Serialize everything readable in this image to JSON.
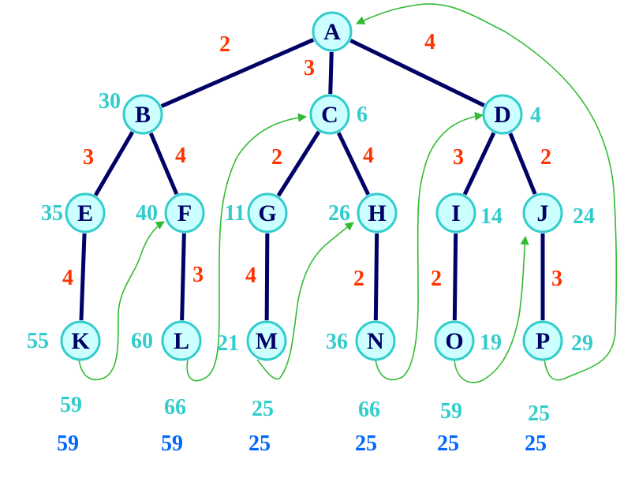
{
  "colors": {
    "edge": "#000066",
    "node_fill": "#ccffff",
    "node_stroke": "#33cccc",
    "node_label": "#000066",
    "edge_weight": "#ff3300",
    "node_cost": "#33cccc",
    "tour_arrow": "#33bb33",
    "result_row1": "#33cccc",
    "result_row2": "#0066ff"
  },
  "nodes": [
    {
      "id": "A",
      "label": "A",
      "cost": ""
    },
    {
      "id": "B",
      "label": "B",
      "cost": "30"
    },
    {
      "id": "C",
      "label": "C",
      "cost": "6"
    },
    {
      "id": "D",
      "label": "D",
      "cost": "4"
    },
    {
      "id": "E",
      "label": "E",
      "cost": "35"
    },
    {
      "id": "F",
      "label": "F",
      "cost": "40"
    },
    {
      "id": "G",
      "label": "G",
      "cost": "11"
    },
    {
      "id": "H",
      "label": "H",
      "cost": "26"
    },
    {
      "id": "I",
      "label": "I",
      "cost": "14"
    },
    {
      "id": "J",
      "label": "J",
      "cost": "24"
    },
    {
      "id": "K",
      "label": "K",
      "cost": "55"
    },
    {
      "id": "L",
      "label": "L",
      "cost": "60"
    },
    {
      "id": "M",
      "label": "M",
      "cost": "21"
    },
    {
      "id": "N",
      "label": "N",
      "cost": "36"
    },
    {
      "id": "O",
      "label": "O",
      "cost": "19"
    },
    {
      "id": "P",
      "label": "P",
      "cost": "29"
    }
  ],
  "edges": [
    {
      "from": "A",
      "to": "B",
      "weight": "2"
    },
    {
      "from": "A",
      "to": "C",
      "weight": "3"
    },
    {
      "from": "A",
      "to": "D",
      "weight": "4"
    },
    {
      "from": "B",
      "to": "E",
      "weight": "3"
    },
    {
      "from": "B",
      "to": "F",
      "weight": "4"
    },
    {
      "from": "C",
      "to": "G",
      "weight": "2"
    },
    {
      "from": "C",
      "to": "H",
      "weight": "4"
    },
    {
      "from": "D",
      "to": "I",
      "weight": "3"
    },
    {
      "from": "D",
      "to": "J",
      "weight": "2"
    },
    {
      "from": "E",
      "to": "K",
      "weight": "4"
    },
    {
      "from": "F",
      "to": "L",
      "weight": "3"
    },
    {
      "from": "G",
      "to": "M",
      "weight": "4"
    },
    {
      "from": "H",
      "to": "N",
      "weight": "2"
    },
    {
      "from": "I",
      "to": "O",
      "weight": "2"
    },
    {
      "from": "J",
      "to": "P",
      "weight": "3"
    }
  ],
  "tour_links": [
    {
      "from": "K",
      "to": "F"
    },
    {
      "from": "L",
      "to": "C"
    },
    {
      "from": "M",
      "to": "H"
    },
    {
      "from": "N",
      "to": "D"
    },
    {
      "from": "O",
      "to": "J"
    },
    {
      "from": "P",
      "to": "A"
    }
  ],
  "results": [
    {
      "leaf": "K",
      "row1": "59",
      "row2": "59"
    },
    {
      "leaf": "L",
      "row1": "66",
      "row2": "59"
    },
    {
      "leaf": "M",
      "row1": "25",
      "row2": "25"
    },
    {
      "leaf": "N",
      "row1": "66",
      "row2": "25"
    },
    {
      "leaf": "O",
      "row1": "59",
      "row2": "25"
    },
    {
      "leaf": "P",
      "row1": "25",
      "row2": "25"
    }
  ]
}
